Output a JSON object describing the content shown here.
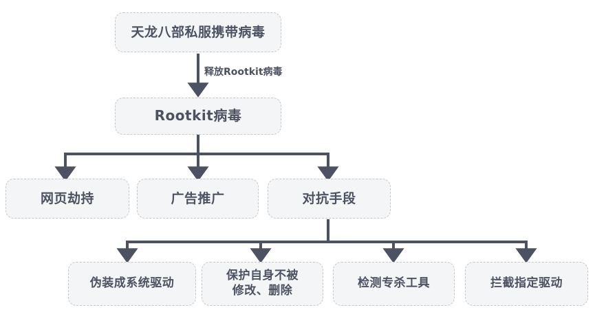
{
  "diagram": {
    "title_node": "天龙八部私服携带病毒",
    "colors": {
      "node_fill": "#f4f5f6",
      "node_border": "#c5c7ca",
      "text": "#4c5261",
      "connector": "#4c5261",
      "background": "#ffffff"
    },
    "edge_labels": {
      "release_rootkit": "释放Rootkit病毒"
    },
    "levels": [
      {
        "name": "level-1",
        "nodes": [
          {
            "id": "node-trojan-game",
            "label": "天龙八部私服携带病毒"
          }
        ]
      },
      {
        "name": "level-2",
        "nodes": [
          {
            "id": "node-rootkit",
            "label": "Rootkit病毒"
          }
        ]
      },
      {
        "name": "level-3",
        "nodes": [
          {
            "id": "node-web-hijack",
            "label": "网页劫持"
          },
          {
            "id": "node-ad-promotion",
            "label": "广告推广"
          },
          {
            "id": "node-countermeasures",
            "label": "对抗手段"
          }
        ]
      },
      {
        "name": "level-4",
        "nodes": [
          {
            "id": "node-disguise-driver",
            "label": "伪装成系统驱动"
          },
          {
            "id": "node-self-protect",
            "label": "保护自身不被\n修改、删除"
          },
          {
            "id": "node-detect-killtool",
            "label": "检测专杀工具"
          },
          {
            "id": "node-block-driver",
            "label": "拦截指定驱动"
          }
        ]
      }
    ]
  }
}
